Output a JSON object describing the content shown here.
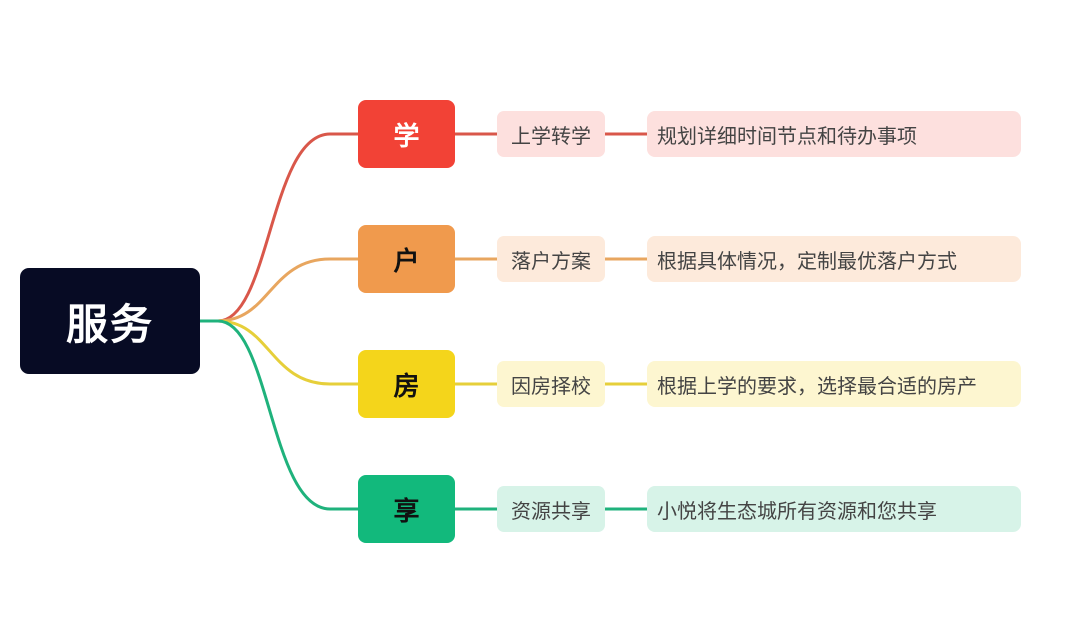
{
  "root": {
    "label": "服务"
  },
  "branches": [
    {
      "category": "学",
      "tag": "上学转学",
      "description": "规划详细时间节点和待办事项",
      "color": "#f24236",
      "line_color": "#d9574a"
    },
    {
      "category": "户",
      "tag": "落户方案",
      "description": "根据具体情况，定制最优落户方式",
      "color": "#f09a4d",
      "line_color": "#e8a65f"
    },
    {
      "category": "房",
      "tag": "因房择校",
      "description": "根据上学的要求，选择最合适的房产",
      "color": "#f4d51b",
      "line_color": "#e6cf3a"
    },
    {
      "category": "享",
      "tag": "资源共享",
      "description": "小悦将生态城所有资源和您共享",
      "color": "#12b97c",
      "line_color": "#1fb27c"
    }
  ]
}
